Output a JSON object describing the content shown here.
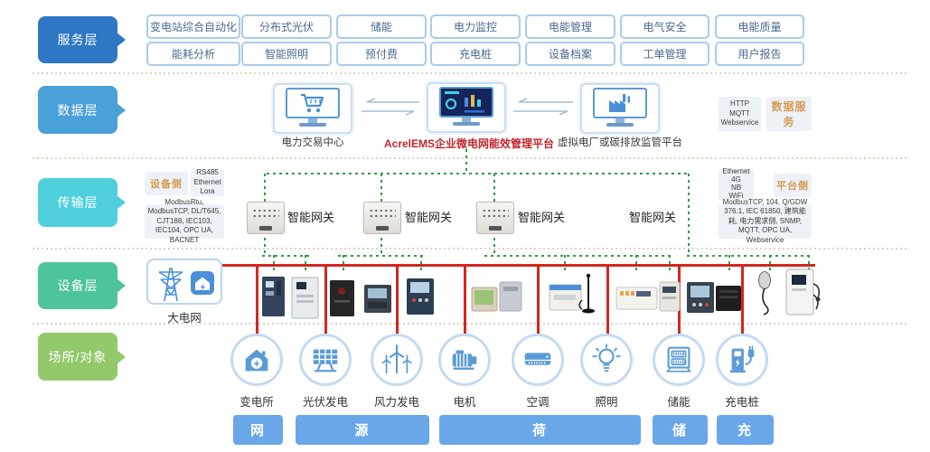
{
  "service_layer": {
    "label": "服务层",
    "color": "#2e77c5",
    "buttons": [
      "变电站综合自动化",
      "分布式光伏",
      "储能",
      "电力监控",
      "电能管理",
      "电气安全",
      "电能质量",
      "能耗分析",
      "智能照明",
      "预付费",
      "充电桩",
      "设备档案",
      "工单管理",
      "用户报告"
    ]
  },
  "data_layer": {
    "label": "数据层",
    "color": "#4aa0d8",
    "platforms": [
      {
        "name": "电力交易中心",
        "icon": "shopping-cart-monitor-icon"
      },
      {
        "name": "AcrelEMS企业微电网能效管理平台",
        "icon": "dashboard-monitor-icon",
        "name_color": "#c1272d"
      },
      {
        "name": "虚拟电厂或碳排放监管平台",
        "icon": "factory-monitor-icon"
      }
    ],
    "interface_box": "HTTP\nMQTT\nWebservice",
    "data_service_box": {
      "label": "数据服务",
      "color": "#d59a4f"
    }
  },
  "transmission_layer": {
    "label": "传输层",
    "color": "#4fd0dc",
    "device_side_title": "设备侧",
    "device_side_channels": "RS485\nEthernet\nLora",
    "device_side_protocols": "ModbusRtu, ModbusTCP, DL/T645, CJT188, IEC103, IEC104, OPC UA, BACNET",
    "gateways": [
      "智能网关",
      "智能网关",
      "智能网关",
      "智能网关"
    ],
    "platform_side_title": "平台侧",
    "platform_side_channels": "Ethernet\n4G\nNB\nWiFi",
    "platform_side_protocols": "ModbusTCP, 104, Q/GDW 376.1, IEC 61850, 建筑能耗, 电力需求侧, SNMP, MQTT, OPC UA, Webservice"
  },
  "device_layer": {
    "label": "设备层",
    "color": "#4ec49a",
    "grid_label": "大电网"
  },
  "site_layer": {
    "label": "场所/对象",
    "color": "#93c96a",
    "objects": [
      {
        "name": "变电所",
        "icon": "substation-icon"
      },
      {
        "name": "光伏发电",
        "icon": "solar-panel-icon"
      },
      {
        "name": "风力发电",
        "icon": "wind-turbine-icon"
      },
      {
        "name": "电机",
        "icon": "motor-icon"
      },
      {
        "name": "空调",
        "icon": "air-conditioner-icon"
      },
      {
        "name": "照明",
        "icon": "light-bulb-icon"
      },
      {
        "name": "储能",
        "icon": "battery-storage-icon"
      },
      {
        "name": "充电桩",
        "icon": "ev-charger-icon"
      }
    ]
  },
  "footer": {
    "bars": [
      "网",
      "源",
      "荷",
      "储",
      "充"
    ]
  },
  "colors": {
    "bus_red": "#d3281e",
    "link_green": "#2f9e44",
    "bar_blue": "#6aa7e8",
    "accent_orange": "#d59a4f",
    "icon_blue": "#5b9bd5"
  }
}
